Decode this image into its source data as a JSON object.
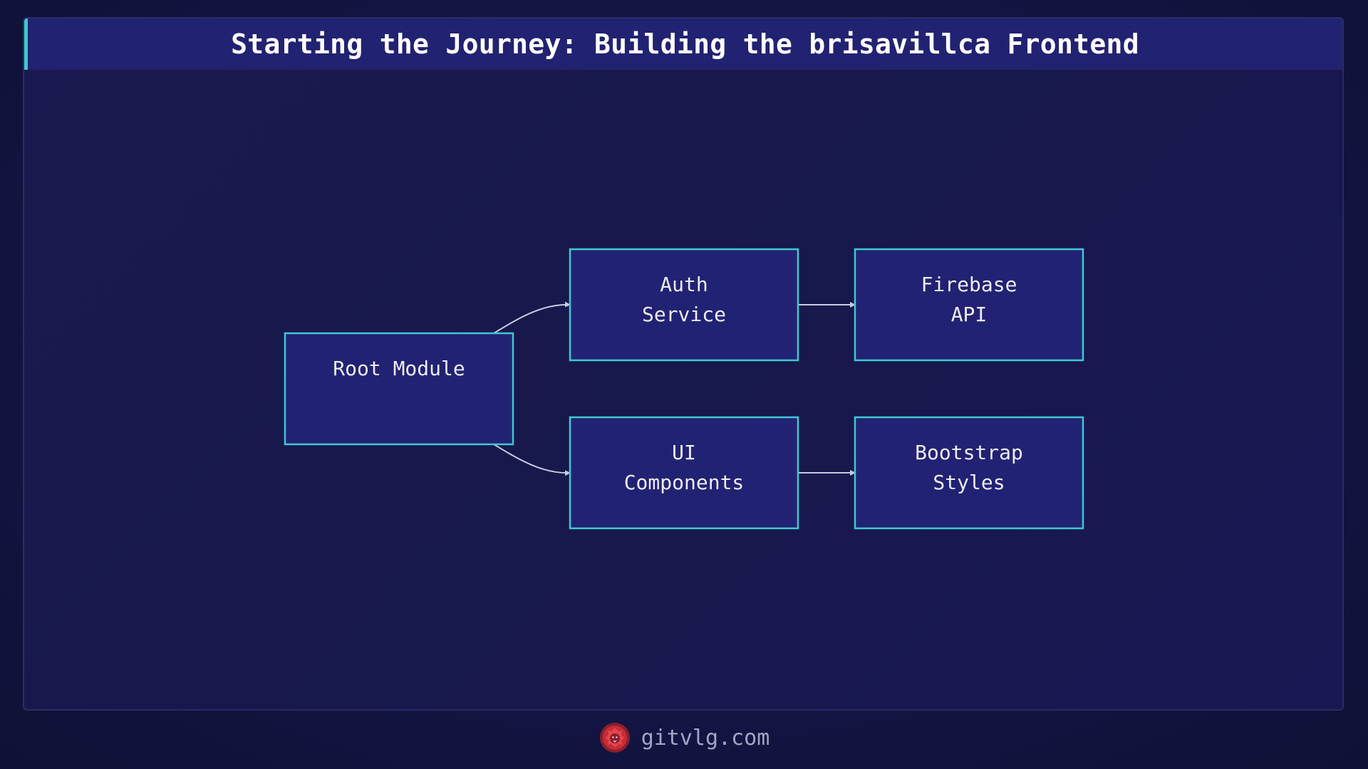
{
  "title": "Starting the Journey: Building the brisavillca Frontend",
  "colors": {
    "background": "#141544",
    "title_bar": "#222273",
    "title_accent": "#3ec9c9",
    "node_fill": "#222274",
    "node_border": "#3fc8d2",
    "edge": "#c9cbe0",
    "logo": "#d8323a"
  },
  "diagram": {
    "nodes": [
      {
        "id": "root",
        "lines": [
          "Root Module"
        ]
      },
      {
        "id": "auth",
        "lines": [
          "Auth",
          "Service"
        ]
      },
      {
        "id": "firebase",
        "lines": [
          "Firebase",
          "API"
        ]
      },
      {
        "id": "ui",
        "lines": [
          "UI",
          "Components"
        ]
      },
      {
        "id": "bootstrap",
        "lines": [
          "Bootstrap",
          "Styles"
        ]
      }
    ],
    "edges": [
      {
        "from": "root",
        "to": "auth"
      },
      {
        "from": "root",
        "to": "ui"
      },
      {
        "from": "auth",
        "to": "firebase"
      },
      {
        "from": "ui",
        "to": "bootstrap"
      }
    ]
  },
  "footer": {
    "logo_icon": "lion-logo-icon",
    "site": "gitvlg.com"
  }
}
